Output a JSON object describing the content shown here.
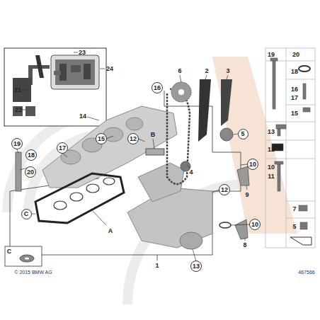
{
  "diagram": {
    "labels": [
      "23",
      "24",
      "21",
      "22",
      "19",
      "18",
      "17",
      "20",
      "C",
      "16",
      "14",
      "15",
      "12",
      "B",
      "6",
      "2",
      "3",
      "5",
      "4",
      "10",
      "9",
      "12",
      "10",
      "8",
      "13",
      "A",
      "1",
      "19",
      "20",
      "18",
      "16",
      "17",
      "15",
      "13",
      "12",
      "10",
      "11",
      "7",
      "5",
      "C",
      "© 2015 BMW AG",
      "467566"
    ]
  }
}
